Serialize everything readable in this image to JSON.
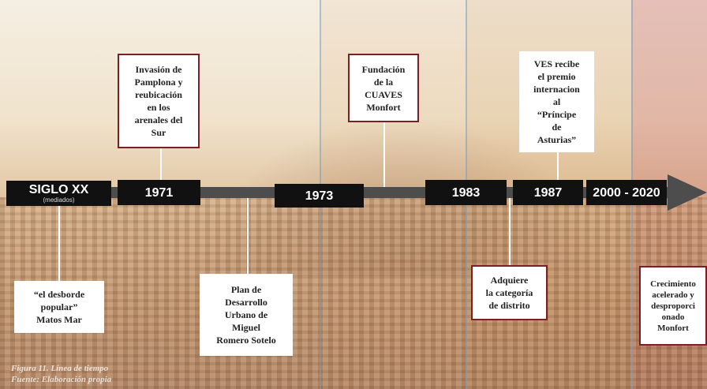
{
  "timeline": {
    "markers": [
      {
        "year": "SIGLO XX",
        "sub": "(mediados)"
      },
      {
        "year": "1971"
      },
      {
        "year": "1973"
      },
      {
        "year": "1983"
      },
      {
        "year": "1987"
      },
      {
        "year": "2000 - 2020"
      }
    ],
    "events": [
      {
        "text": "“el desborde\npopular”\nMatos Mar"
      },
      {
        "text": "Invasión de\nPamplona y\nreubicación\nen los\narenales del\nSur"
      },
      {
        "text": "Plan de\nDesarrollo\nUrbano de\nMiguel\nRomero Sotelo"
      },
      {
        "text": "Fundación\nde la\nCUAVES\nMonfort"
      },
      {
        "text": "Adquiere\nla categoría\nde distrito"
      },
      {
        "text": "VES recibe\nel premio\ninternacion\nal\n“Príncipe\nde\nAsturias”"
      },
      {
        "text": "Crecimiento\nacelerado y\ndesproporci\nonado\nMonfort"
      }
    ]
  },
  "caption": {
    "line1": "Figura 11. Línea de tiempo",
    "line2": "Fuente: Elaboración propia"
  }
}
